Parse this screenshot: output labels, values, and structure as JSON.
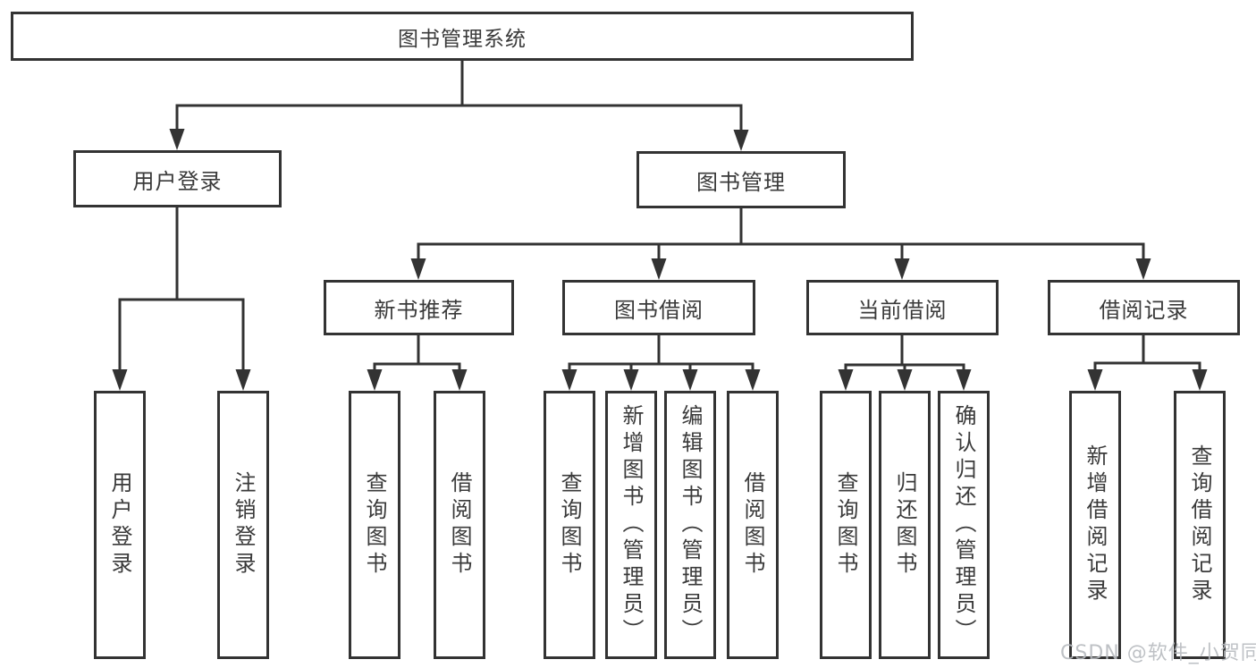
{
  "tree": {
    "root": "图书管理系统",
    "branches": [
      {
        "label": "用户登录",
        "children": [
          "用户登录",
          "注销登录"
        ]
      },
      {
        "label": "图书管理",
        "sections": [
          {
            "label": "新书推荐",
            "children": [
              "查询图书",
              "借阅图书"
            ]
          },
          {
            "label": "图书借阅",
            "children": [
              "查询图书",
              "新增图书（管理员）",
              "编辑图书（管理员）",
              "借阅图书"
            ]
          },
          {
            "label": "当前借阅",
            "children": [
              "查询图书",
              "归还图书",
              "确认归还（管理员）"
            ]
          },
          {
            "label": "借阅记录",
            "children": [
              "新增借阅记录",
              "查询借阅记录"
            ]
          }
        ]
      }
    ]
  },
  "watermark": "CSDN @软件_小贺同学",
  "colors": {
    "line": "#333333",
    "text": "#3a3a3a",
    "watermark": "#b7bbbf",
    "background": "#ffffff"
  }
}
